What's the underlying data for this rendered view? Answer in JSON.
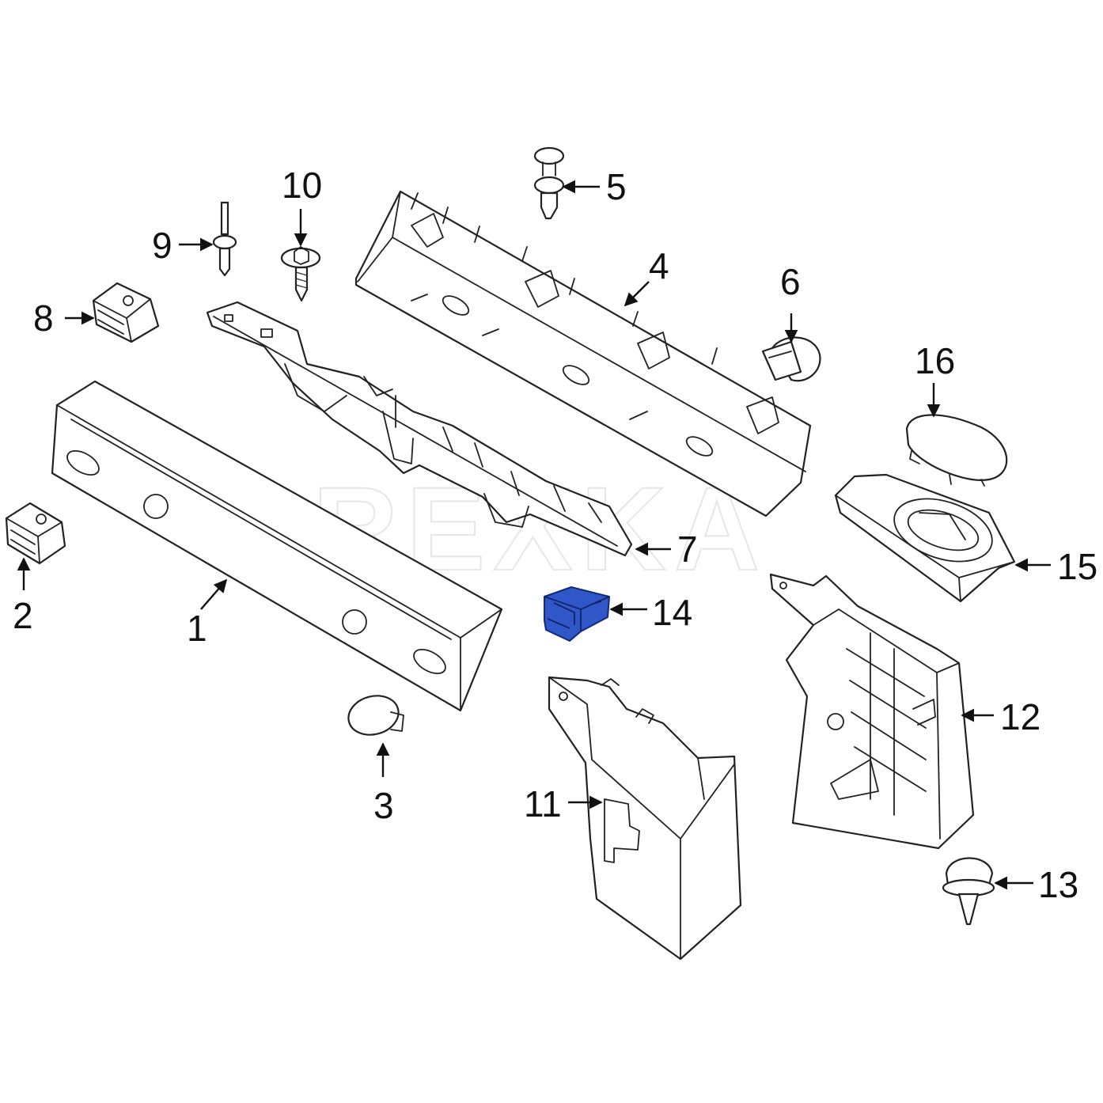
{
  "watermark": "REXKA",
  "highlight_color": "#2f57c8",
  "callouts": [
    {
      "id": "1",
      "label": "1"
    },
    {
      "id": "2",
      "label": "2"
    },
    {
      "id": "3",
      "label": "3"
    },
    {
      "id": "4",
      "label": "4"
    },
    {
      "id": "5",
      "label": "5"
    },
    {
      "id": "6",
      "label": "6"
    },
    {
      "id": "7",
      "label": "7"
    },
    {
      "id": "8",
      "label": "8"
    },
    {
      "id": "9",
      "label": "9"
    },
    {
      "id": "10",
      "label": "10"
    },
    {
      "id": "11",
      "label": "11"
    },
    {
      "id": "12",
      "label": "12"
    },
    {
      "id": "13",
      "label": "13"
    },
    {
      "id": "14",
      "label": "14"
    },
    {
      "id": "15",
      "label": "15"
    },
    {
      "id": "16",
      "label": "16"
    }
  ],
  "highlighted_part": "14"
}
